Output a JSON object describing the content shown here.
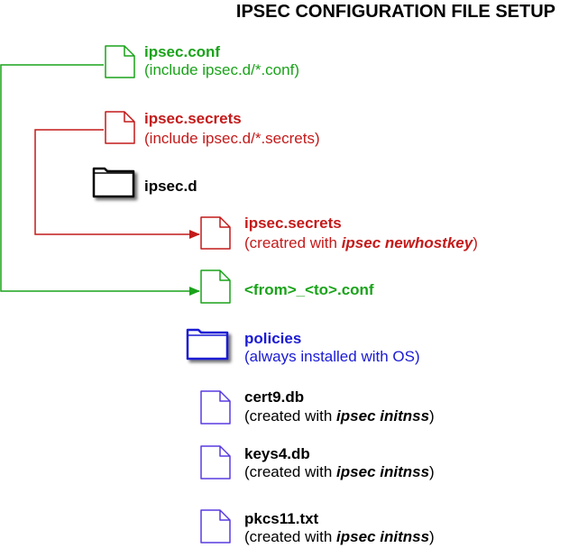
{
  "title": "IPSEC CONFIGURATION FILE SETUP",
  "colors": {
    "green": "#1aa31a",
    "red": "#c41a1a",
    "blue": "#1a1ad4",
    "purple": "#5a3be0",
    "black": "#000000"
  },
  "nodes": {
    "ipsec_conf": {
      "name": "ipsec.conf",
      "desc": "(include ipsec.d/*.conf)",
      "icon": "document-icon",
      "color": "green"
    },
    "ipsec_secrets": {
      "name": "ipsec.secrets",
      "desc": "(include ipsec.d/*.secrets)",
      "icon": "document-icon",
      "color": "red"
    },
    "ipsec_d": {
      "name": "ipsec.d",
      "icon": "folder-icon",
      "color": "black"
    },
    "sub_secrets": {
      "name": "ipsec.secrets",
      "desc_prefix": "(creatred with ",
      "desc_emph": "ipsec newhostkey",
      "desc_suffix": ")",
      "icon": "document-icon",
      "color": "red"
    },
    "from_to_conf": {
      "name": "<from>_<to>.conf",
      "icon": "document-icon",
      "color": "green"
    },
    "policies": {
      "name": "policies",
      "desc": "(always installed with OS)",
      "icon": "folder-icon",
      "color": "blue"
    },
    "cert9": {
      "name": "cert9.db",
      "desc_prefix": "(created with ",
      "desc_emph": "ipsec initnss",
      "desc_suffix": ")",
      "icon": "document-icon",
      "color": "purple"
    },
    "keys4": {
      "name": "keys4.db",
      "desc_prefix": "(created with ",
      "desc_emph": "ipsec initnss",
      "desc_suffix": ")",
      "icon": "document-icon",
      "color": "purple"
    },
    "pkcs11": {
      "name": "pkcs11.txt",
      "desc_prefix": "(created with ",
      "desc_emph": "ipsec initnss",
      "desc_suffix": ")",
      "icon": "document-icon",
      "color": "purple"
    }
  },
  "connectors": [
    {
      "from": "ipsec.conf",
      "to": "<from>_<to>.conf",
      "color": "green"
    },
    {
      "from": "ipsec.secrets",
      "to": "ipsec.secrets",
      "color": "red"
    }
  ]
}
